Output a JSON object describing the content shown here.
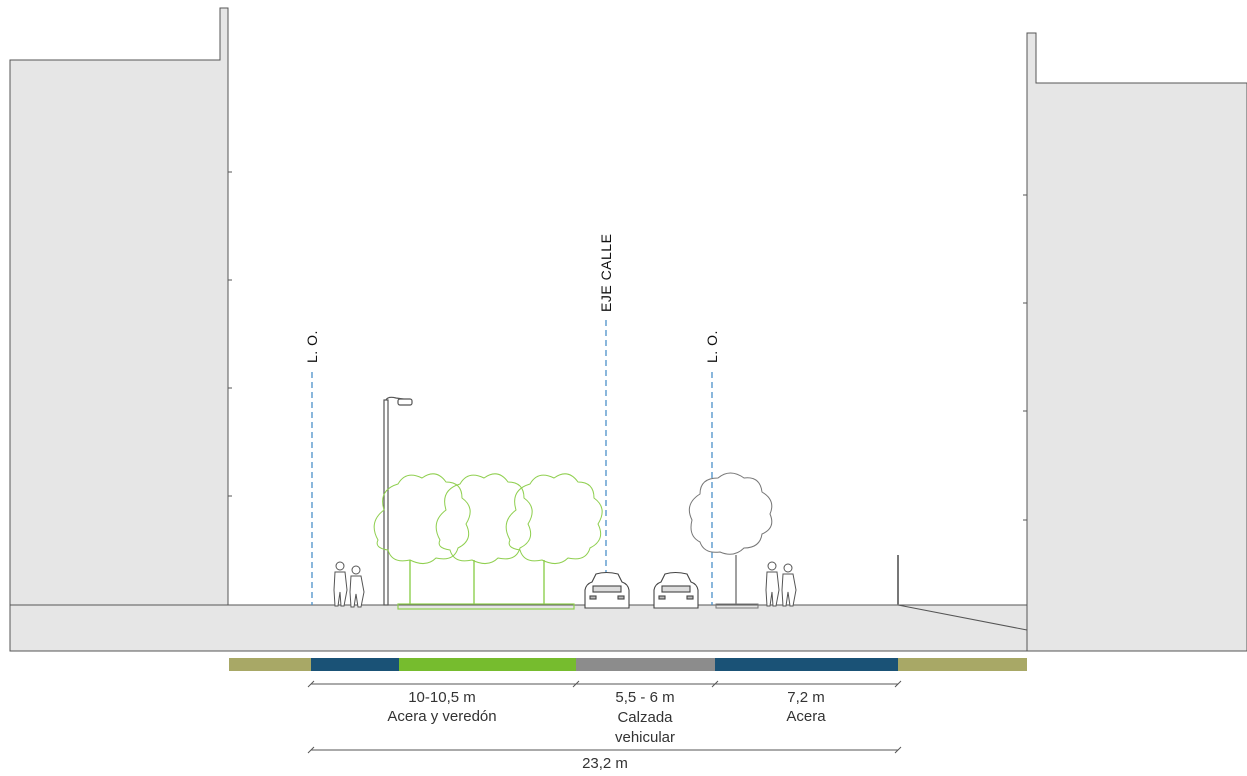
{
  "axes": {
    "lo_left": "L. O.",
    "eje_calle": "EJE CALLE",
    "lo_right": "L. O."
  },
  "dimensions": [
    {
      "value": "10-10,5 m",
      "desc1": "Acera y veredón",
      "desc2": ""
    },
    {
      "value": "5,5 - 6 m",
      "desc1": "Calzada",
      "desc2": "vehicular"
    },
    {
      "value": "7,2 m",
      "desc1": "Acera",
      "desc2": ""
    }
  ],
  "total_width": "23,2 m",
  "colors": {
    "building": "#e6e6e6",
    "building_edge": "#555555",
    "olive_band": "#a8a866",
    "sidewalk_band": "#1a5276",
    "green_band": "#76bc2e",
    "road_band": "#8c8c8c",
    "tree_green": "#8fcf4f",
    "tree_gray": "#777777",
    "axis_blue": "#4a90c8"
  },
  "icons": [
    "street-lamp-icon",
    "tree-icon",
    "car-icon",
    "pedestrian-icon"
  ]
}
